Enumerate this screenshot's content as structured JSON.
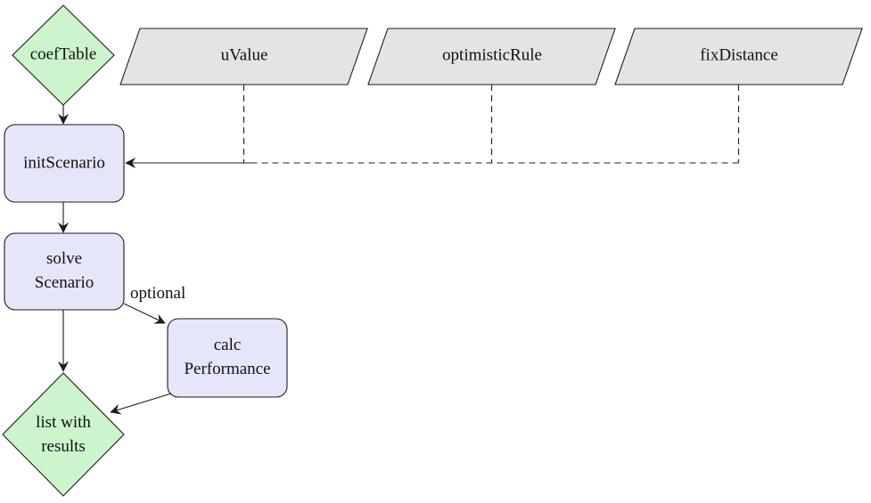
{
  "diagram": {
    "nodes": {
      "coef_table": {
        "label": "coefTable",
        "shape": "diamond"
      },
      "u_value": {
        "label": "uValue",
        "shape": "parallelogram"
      },
      "optimistic_rule": {
        "label": "optimisticRule",
        "shape": "parallelogram"
      },
      "fix_distance": {
        "label": "fixDistance",
        "shape": "parallelogram"
      },
      "init_scenario": {
        "label": "initScenario",
        "shape": "rounded-rect"
      },
      "solve_scenario": {
        "label": "solve\nScenario",
        "shape": "rounded-rect"
      },
      "calc_performance": {
        "label": "calc\nPerformance",
        "shape": "rounded-rect"
      },
      "results": {
        "label": "list with\nresults",
        "shape": "diamond"
      }
    },
    "edge_labels": {
      "optional": "optional"
    },
    "colors": {
      "data_green": "#ccf5cc",
      "process_lavender": "#e6e6fb",
      "input_gray": "#e4e4e4",
      "line_black": "#1c1c1c"
    }
  }
}
